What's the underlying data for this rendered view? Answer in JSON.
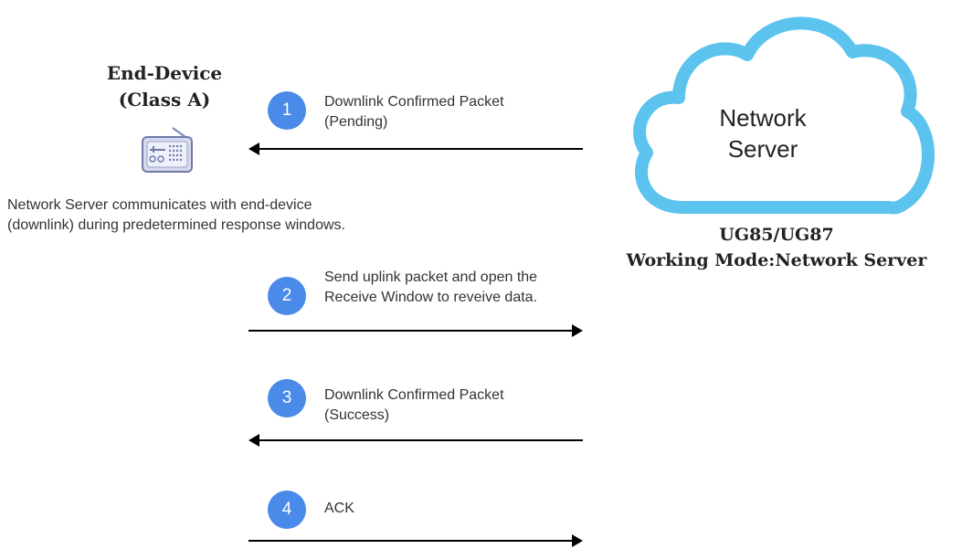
{
  "end_device": {
    "title_line1": "End-Device",
    "title_line2": "(Class A)",
    "icon": "radio-icon",
    "note": "Network Server communicates with end-device (downlink) during predetermined response windows."
  },
  "network_server": {
    "cloud_line1": "Network",
    "cloud_line2": "Server",
    "model": "UG85/UG87",
    "mode": "Working Mode:Network Server",
    "cloud_color": "#5bc3ee"
  },
  "steps": [
    {
      "number": "1",
      "label": "Downlink Confirmed Packet (Pending)",
      "direction": "to-device"
    },
    {
      "number": "2",
      "label": "Send uplink packet and open the Receive Window to reveive data.",
      "direction": "to-server"
    },
    {
      "number": "3",
      "label": "Downlink Confirmed Packet (Success)",
      "direction": "to-device"
    },
    {
      "number": "4",
      "label": "ACK",
      "direction": "to-server"
    }
  ],
  "colors": {
    "step_circle": "#4a8ae8",
    "arrow": "#000000"
  }
}
